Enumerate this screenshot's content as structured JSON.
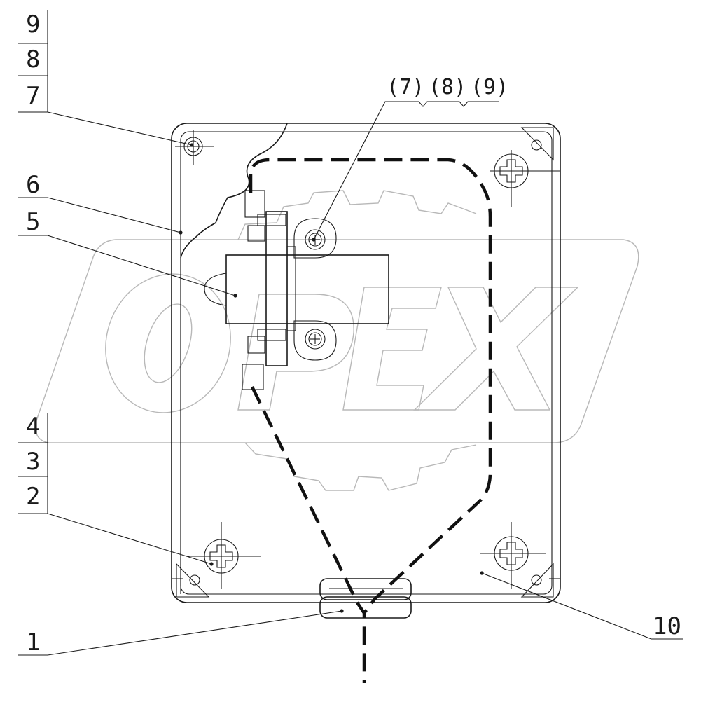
{
  "labels": {
    "l1": "1",
    "l2": "2",
    "l3": "3",
    "l4": "4",
    "l5": "5",
    "l6": "6",
    "l7": "7",
    "l8": "8",
    "l9": "9",
    "l10": "10",
    "l7b": "(7)",
    "l8b": "(8)",
    "l9b": "(9)"
  },
  "watermark": "OPEX"
}
